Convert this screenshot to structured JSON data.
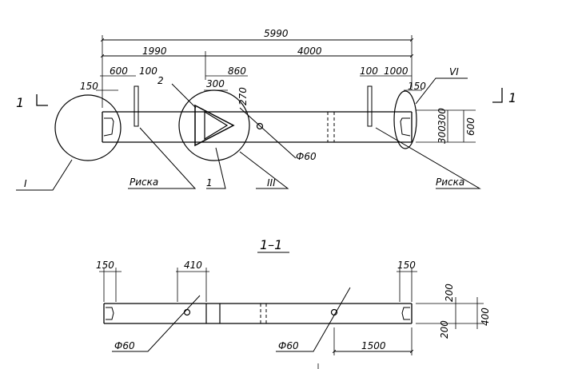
{
  "view_top": {
    "dims_top": {
      "overall": "5990",
      "left_part": "1990",
      "right_part": "4000"
    },
    "dims_second_row": {
      "d600": "600",
      "d100_left": "100",
      "d860": "860",
      "d100_right": "100",
      "d1000": "1000"
    },
    "dims_third_row": {
      "d150_left": "150",
      "d300": "300",
      "d270": "270",
      "d150_right": "150"
    },
    "dims_right": {
      "d300_upper": "300",
      "d300_lower": "300",
      "d600": "600"
    },
    "section_mark_left": "1",
    "section_mark_right": "1",
    "callout_2": "2",
    "callout_1": "1",
    "callout_I": "I",
    "callout_III": "III",
    "callout_VI": "VI",
    "risk_left": "Риска",
    "risk_right": "Риска",
    "hole_label": "Ф60"
  },
  "view_section": {
    "title": "1–1",
    "dims_top": {
      "d150_left": "150",
      "d410": "410",
      "d150_right": "150"
    },
    "dims_right": {
      "d200_upper": "200",
      "d200_lower": "200",
      "d400": "400"
    },
    "hole_label_left": "Ф60",
    "hole_label_right": "Ф60",
    "dim_1500": "1500"
  }
}
